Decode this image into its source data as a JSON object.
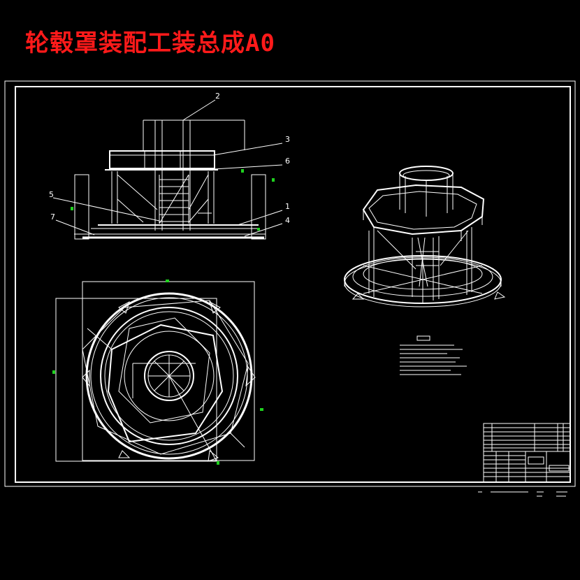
{
  "title": "轮毂罩装配工装总成A0",
  "part_labels": [
    {
      "id": "2",
      "text": "2"
    },
    {
      "id": "3",
      "text": "3"
    },
    {
      "id": "6",
      "text": "6"
    },
    {
      "id": "5",
      "text": "5"
    },
    {
      "id": "1",
      "text": "1"
    },
    {
      "id": "7",
      "text": "7"
    },
    {
      "id": "4",
      "text": "4"
    }
  ],
  "colors": {
    "title": "#ff1a1a",
    "lines": "#ffffff",
    "dimension_marks": "#1fd11f",
    "background": "#000000"
  }
}
